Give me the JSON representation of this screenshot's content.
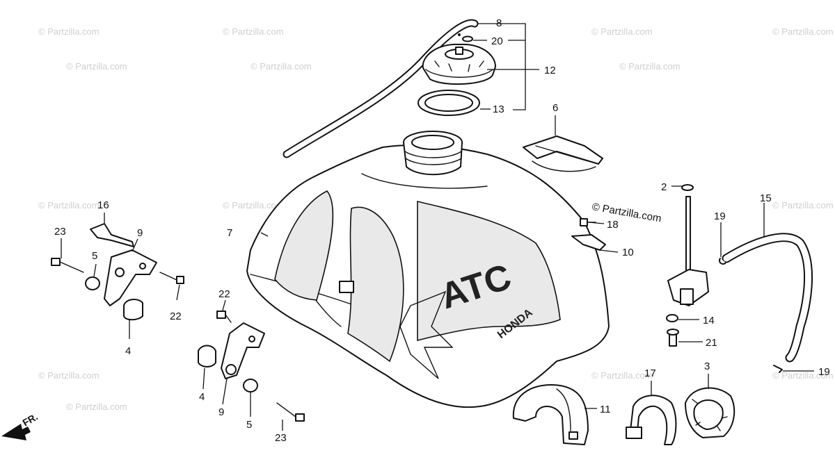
{
  "watermark_text": "© Partzilla.com",
  "brand_text": "© Partzilla.com",
  "front_indicator": "FR.",
  "tank_lettering": [
    "ATC",
    "HONDA"
  ],
  "callouts": {
    "c8": "8",
    "c20": "20",
    "c12": "12",
    "c13": "13",
    "c6": "6",
    "c2": "2",
    "c15": "15",
    "c19a": "19",
    "c18": "18",
    "c10": "10",
    "c14": "14",
    "c21": "21",
    "c19b": "19",
    "c3": "3",
    "c17": "17",
    "c11": "11",
    "c7": "7",
    "c16": "16",
    "c23a": "23",
    "c9a": "9",
    "c5a": "5",
    "c22a": "22",
    "c4a": "4",
    "c22b": "22",
    "c4b": "4",
    "c9b": "9",
    "c5b": "5",
    "c23b": "23"
  }
}
